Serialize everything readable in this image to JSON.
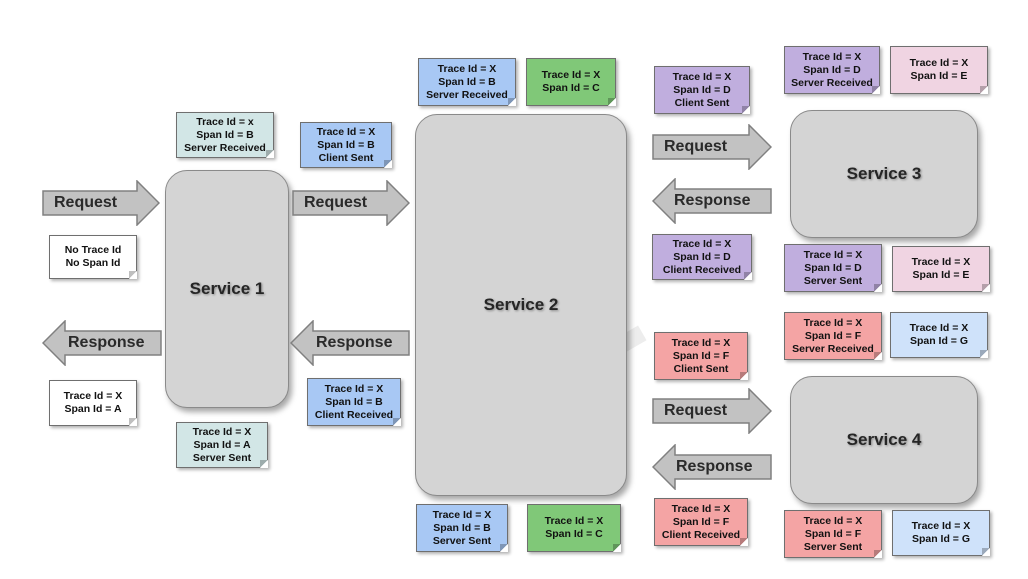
{
  "colors": {
    "blue": "#a8c8f4",
    "green": "#80c878",
    "teal": "#d2e6e6",
    "purple": "#c0aede",
    "pink": "#f0d4e2",
    "red": "#f4a4a4",
    "lightblue": "#cfe2fa",
    "white": "#ffffff"
  },
  "services": {
    "s1": "Service 1",
    "s2": "Service 2",
    "s3": "Service 3",
    "s4": "Service 4"
  },
  "arrows": {
    "req_in": "Request",
    "resp_out": "Response",
    "req_12": "Request",
    "resp_21": "Response",
    "req_23": "Request",
    "resp_32": "Response",
    "req_24": "Request",
    "resp_42": "Response"
  },
  "notes": {
    "no_trace": [
      "No Trace Id",
      "No Span Id"
    ],
    "resp_a": [
      "Trace Id = X",
      "Span Id = A"
    ],
    "s1_server_received": [
      "Trace Id = x",
      "Span Id = B",
      "Server Received"
    ],
    "s1_server_sent": [
      "Trace Id = X",
      "Span Id = A",
      "Server Sent"
    ],
    "s1_client_sent": [
      "Trace Id = X",
      "Span Id = B",
      "Client Sent"
    ],
    "s1_client_received": [
      "Trace Id = X",
      "Span Id = B",
      "Client Received"
    ],
    "s2_server_received": [
      "Trace Id = X",
      "Span Id = B",
      "Server Received"
    ],
    "s2_span_c_top": [
      "Trace Id = X",
      "Span Id = C"
    ],
    "s2_server_sent": [
      "Trace Id = X",
      "Span Id = B",
      "Server Sent"
    ],
    "s2_span_c_bottom": [
      "Trace Id = X",
      "Span Id = C"
    ],
    "s3_client_sent": [
      "Trace Id = X",
      "Span Id = D",
      "Client Sent"
    ],
    "s3_client_received": [
      "Trace Id = X",
      "Span Id = D",
      "Client Received"
    ],
    "s3_server_received": [
      "Trace Id = X",
      "Span Id = D",
      "Server Received"
    ],
    "s3_span_e_top": [
      "Trace Id = X",
      "Span Id = E"
    ],
    "s3_server_sent": [
      "Trace Id = X",
      "Span Id = D",
      "Server Sent"
    ],
    "s3_span_e_bottom": [
      "Trace Id = X",
      "Span Id = E"
    ],
    "s4_client_sent": [
      "Trace Id = X",
      "Span Id = F",
      "Client Sent"
    ],
    "s4_client_received": [
      "Trace Id = X",
      "Span Id = F",
      "Client Received"
    ],
    "s4_server_received": [
      "Trace Id = X",
      "Span Id = F",
      "Server Received"
    ],
    "s4_span_g_top": [
      "Trace Id = X",
      "Span Id = G"
    ],
    "s4_server_sent": [
      "Trace Id = X",
      "Span Id = F",
      "Server Sent"
    ],
    "s4_span_g_bottom": [
      "Trace Id = X",
      "Span Id = G"
    ]
  }
}
